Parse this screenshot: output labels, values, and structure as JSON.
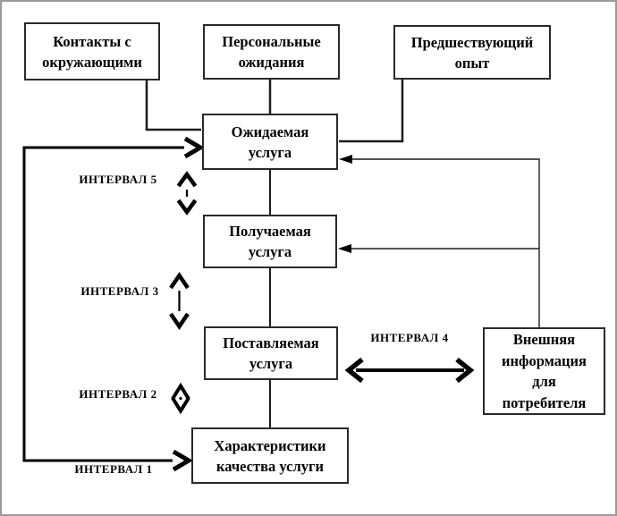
{
  "diagram": {
    "type": "flow-diagram",
    "language": "ru",
    "topic": "Модель интервалов качества услуги",
    "colors": {
      "background": "#ffffff",
      "frame": "#9a9a9a",
      "box_border": "#2a2a2a",
      "line": "#000000",
      "text": "#000000"
    }
  },
  "boxes": [
    {
      "id": "contacts",
      "label": "Контакты с\nокружающими"
    },
    {
      "id": "personal",
      "label": "Персональные\nожидания"
    },
    {
      "id": "previous",
      "label": "Предшествующий\nопыт"
    },
    {
      "id": "expected",
      "label": "Ожидаемая\nуслуга"
    },
    {
      "id": "received",
      "label": "Получаемая\nуслуга"
    },
    {
      "id": "delivered",
      "label": "Поставляемая\nуслуга"
    },
    {
      "id": "characteristics",
      "label": "Характеристики\nкачества услуги"
    },
    {
      "id": "external",
      "label": "Внешняя\nинформация\nдля\nпотребителя"
    }
  ],
  "gap_labels": {
    "gap5": "ИНТЕРВАЛ 5",
    "gap3": "ИНТЕРВАЛ 3",
    "gap2": "ИНТЕРВАЛ 2",
    "gap1": "ИНТЕРВАЛ 1",
    "gap4": "ИНТЕРВАЛ 4"
  }
}
